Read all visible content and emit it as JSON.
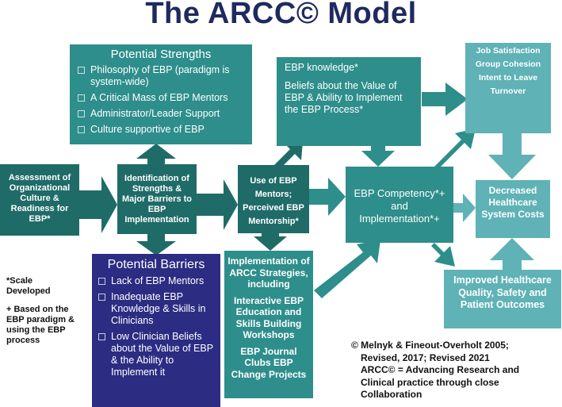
{
  "title": "The ARCC© Model",
  "strengths": {
    "header": "Potential Strengths",
    "items": [
      "Philosophy of EBP (paradigm is system-wide)",
      "A Critical Mass of EBP Mentors",
      "Administrator/Leader Support",
      "Culture supportive of EBP"
    ]
  },
  "barriers": {
    "header": "Potential Barriers",
    "items": [
      "Lack of EBP Mentors",
      "Inadequate EBP Knowledge & Skills in Clinicians",
      "Low Clinician Beliefs about the Value of EBP & the Ability to Implement it"
    ]
  },
  "assessment": "Assessment of Organizational Culture & Readiness for EBP*",
  "identification": "Identification of Strengths & Major Barriers to EBP Implementation",
  "mentors": "Use of EBP Mentors; Perceived EBP Mentorship*",
  "knowledge": {
    "line1": "EBP knowledge*",
    "line2": "Beliefs about the Value of EBP & Ability to Implement the EBP Process*"
  },
  "competency": "EBP Competency*+ and Implementation*+",
  "outcomes": {
    "items": [
      "Job Satisfaction",
      "Group Cohesion",
      "Intent to Leave",
      "Turnover"
    ]
  },
  "costs": "Decreased Healthcare System Costs",
  "quality": "Improved Healthcare Quality, Safety and Patient Outcomes",
  "implementation": {
    "p1": "Implementation of ARCC Strategies, including",
    "p2": "Interactive EBP Education and Skills Building Workshops",
    "p3": "EBP Journal Clubs EBP Change Projects"
  },
  "notes": {
    "scale": "*Scale Developed",
    "based": "+ Based on the EBP paradigm & using the EBP process"
  },
  "citation": {
    "l1": "© Melnyk & Fineout-Overholt 2005;",
    "l2": "Revised, 2017; Revised 2021",
    "l3": "ARCC© = Advancing Research and",
    "l4": "Clinical practice through close",
    "l5": "Collaboration"
  },
  "colors": {
    "title": "#1f2a5e",
    "teal_dark": "#1f6b68",
    "teal": "#2e8e8b",
    "teal_light": "#5fb2b6",
    "navy": "#2b2c82"
  }
}
